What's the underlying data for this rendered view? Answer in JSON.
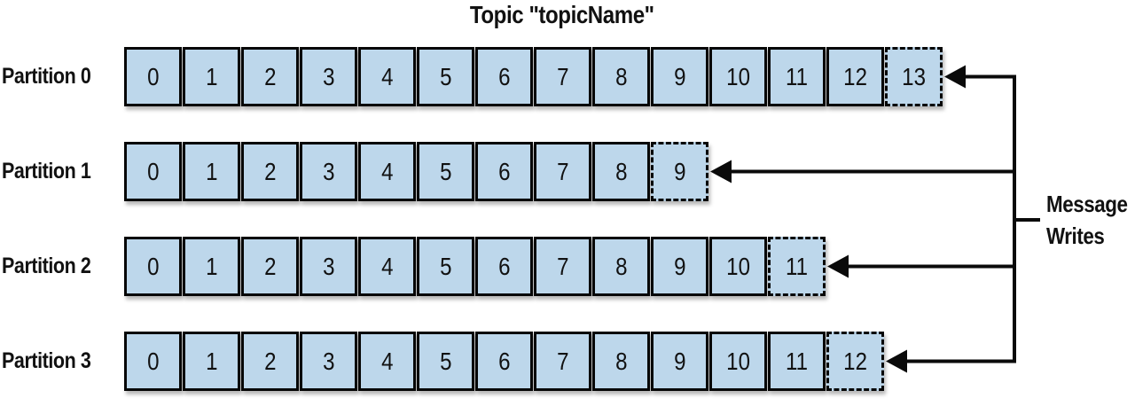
{
  "title": "Topic \"topicName\"",
  "annotation": {
    "line1": "Message",
    "line2": "Writes"
  },
  "partitions": [
    {
      "label": "Partition 0",
      "messages": [
        "0",
        "1",
        "2",
        "3",
        "4",
        "5",
        "6",
        "7",
        "8",
        "9",
        "10",
        "11",
        "12"
      ],
      "next_message": "13"
    },
    {
      "label": "Partition 1",
      "messages": [
        "0",
        "1",
        "2",
        "3",
        "4",
        "5",
        "6",
        "7",
        "8"
      ],
      "next_message": "9"
    },
    {
      "label": "Partition 2",
      "messages": [
        "0",
        "1",
        "2",
        "3",
        "4",
        "5",
        "6",
        "7",
        "8",
        "9",
        "10"
      ],
      "next_message": "11"
    },
    {
      "label": "Partition 3",
      "messages": [
        "0",
        "1",
        "2",
        "3",
        "4",
        "5",
        "6",
        "7",
        "8",
        "9",
        "10",
        "11"
      ],
      "next_message": "12"
    }
  ],
  "colors": {
    "cell_fill": "#BDD7EB",
    "line": "#0A0A0A",
    "text": "#111111",
    "background": "#FFFFFF"
  }
}
